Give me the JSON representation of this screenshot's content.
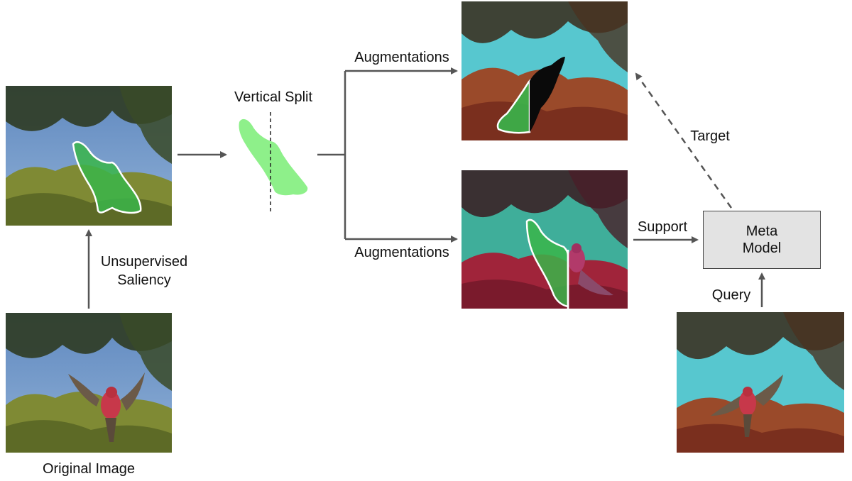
{
  "labels": {
    "original_image": "Original Image",
    "unsupervised": "Unsupervised",
    "saliency": "Saliency",
    "vertical_split": "Vertical Split",
    "augmentations_top": "Augmentations",
    "augmentations_bottom": "Augmentations",
    "target": "Target",
    "support": "Support",
    "query": "Query"
  },
  "meta_model": {
    "line1": "Meta",
    "line2": "Model"
  },
  "colors": {
    "mask_green": "#39b54a",
    "mask_light_green": "#8ef08a",
    "mask_outline": "#ffffff",
    "arrow": "#555555",
    "box_fill": "#e3e3e3",
    "sky_blue": "#6f96c4",
    "sky_cyan": "#57c7cf",
    "sky_teal": "#3fae9a",
    "foliage_dark": "#2f3b22",
    "foliage_olive": "#7f8a34",
    "foliage_red": "#a0243a",
    "bird_red": "#c7384a"
  }
}
